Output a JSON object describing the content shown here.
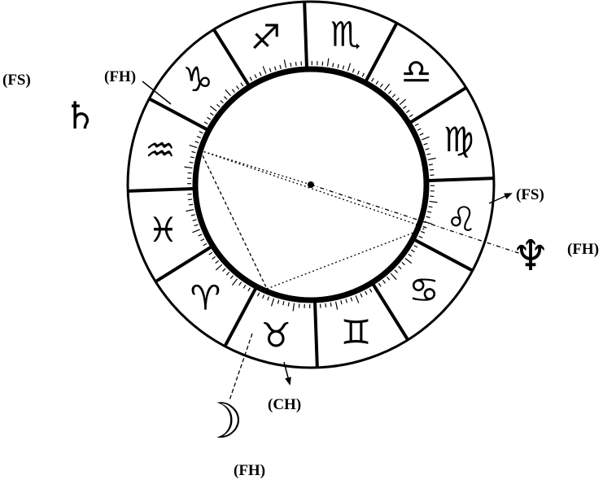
{
  "labels": {
    "fs_top_left": "(FS)",
    "fh_top": "(FH)",
    "fs_right": "(FS)",
    "fh_right": "(FH)",
    "ch_bottom": "(CH)",
    "fh_bottom": "(FH)"
  },
  "signs": [
    "♓",
    "♒",
    "♑",
    "♐",
    "♏",
    "♎",
    "♍",
    "♌",
    "♋",
    "♊",
    "♉",
    "♈"
  ],
  "planets": {
    "saturn": "♄",
    "neptune": "♆",
    "moon": "☽"
  },
  "colors": {
    "ink": "#000000",
    "background": "#ffffff"
  }
}
